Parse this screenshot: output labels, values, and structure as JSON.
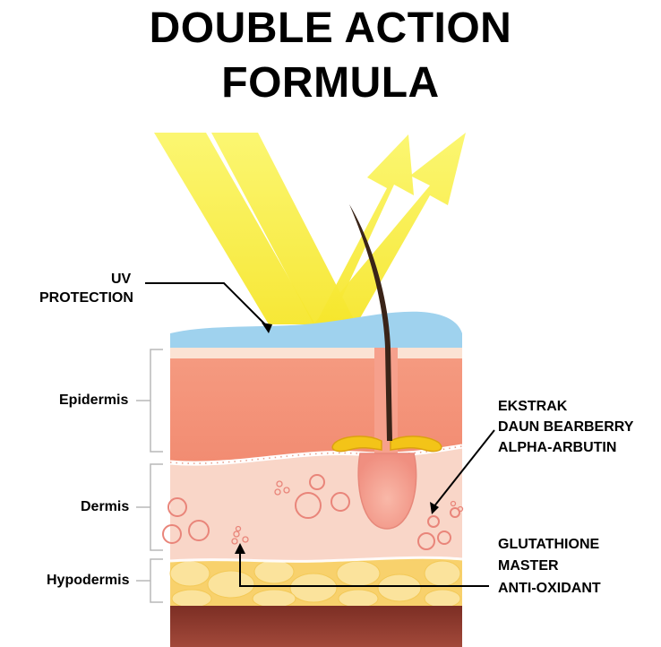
{
  "title": {
    "line1": "DOUBLE ACTION",
    "line2": "FORMULA"
  },
  "callouts": {
    "uv_protection": [
      "UV",
      "PROTECTION"
    ],
    "bearberry": [
      "EKSTRAK",
      "DAUN BEARBERRY",
      "ALPHA-ARBUTIN"
    ],
    "glutathione": [
      "GLUTATHIONE",
      "MASTER",
      "ANTI-OXIDANT"
    ]
  },
  "layers": {
    "epidermis": "Epidermis",
    "dermis": "Dermis",
    "hypodermis": "Hypodermis"
  },
  "colors": {
    "uv_ray": "#f7ef3a",
    "protective_layer": "#9fd3ee",
    "epidermis": "#f4977c",
    "dermis": "#f8d5c7",
    "hypodermis": "#f9d77a",
    "muscle": "#8a3a2e",
    "hair": "#3a2418",
    "sebaceous": "#f0c020"
  }
}
